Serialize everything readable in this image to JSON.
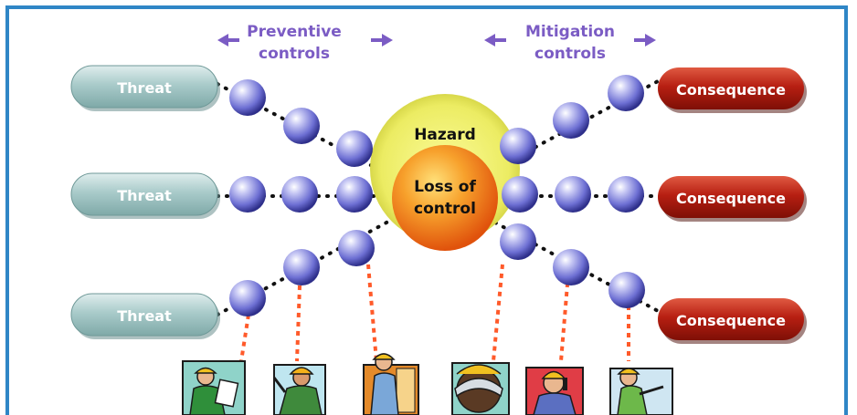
{
  "header": {
    "preventive_label_line1": "Preventive",
    "preventive_label_line2": "controls",
    "mitigation_label_line1": "Mitigation",
    "mitigation_label_line2": "controls"
  },
  "hazard": {
    "title": "Hazard",
    "event_line1": "Loss of",
    "event_line2": "control"
  },
  "threats": [
    {
      "label": "Threat"
    },
    {
      "label": "Threat"
    },
    {
      "label": "Threat"
    }
  ],
  "consequences": [
    {
      "label": "Consequence"
    },
    {
      "label": "Consequence"
    },
    {
      "label": "Consequence"
    }
  ],
  "colors": {
    "frame": "#2f86c6",
    "header_text": "#7b5cc4",
    "threat_fill": "#9cc3c2",
    "consequence_fill": "#b71f12",
    "hazard_halo": "#ecec63",
    "top_event": "#f07c10",
    "barrier_ball": "#6d6fd3",
    "worker_link": "#ff5a2a"
  },
  "workers": [
    {
      "icon": "worker-clipboard-icon"
    },
    {
      "icon": "worker-hardhat-icon"
    },
    {
      "icon": "worker-window-icon"
    },
    {
      "icon": "worker-goggles-icon"
    },
    {
      "icon": "worker-phone-icon"
    },
    {
      "icon": "worker-pointing-icon"
    }
  ]
}
